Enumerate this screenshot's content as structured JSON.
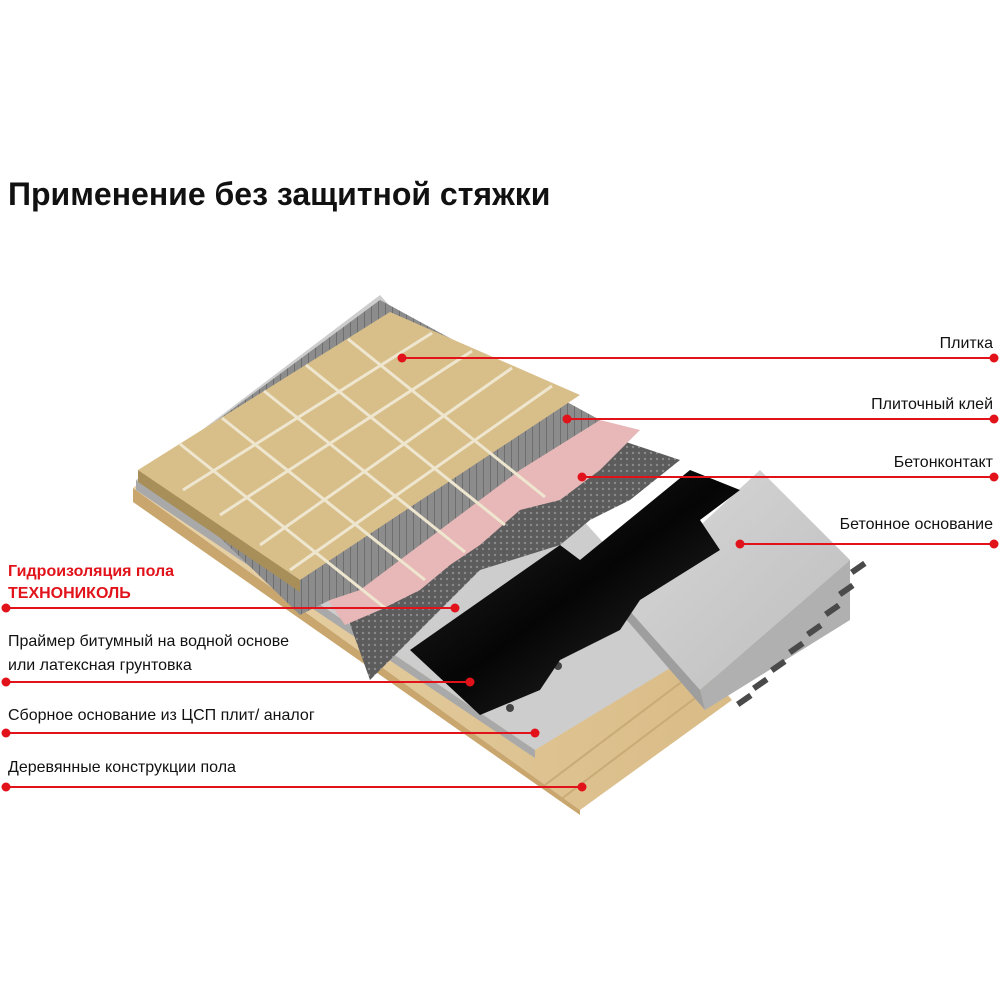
{
  "title": "Применение без защитной стяжки",
  "colors": {
    "leader": "#e2121b",
    "brand": "#e2121b"
  },
  "labels_right": [
    {
      "text": "Плитка"
    },
    {
      "text": "Плиточный клей"
    },
    {
      "text": "Бетонконтакт"
    },
    {
      "text": "Бетонное основание"
    }
  ],
  "labels_left": [
    {
      "lines": [
        "Гидроизоляция пола",
        "ТЕХНОНИКОЛЬ"
      ],
      "highlight": true
    },
    {
      "lines": [
        "Праймер битумный на водной основе",
        "или латексная грунтовка"
      ],
      "highlight": false
    },
    {
      "lines": [
        "Сборное основание из ЦСП плит/ аналог"
      ],
      "highlight": false
    },
    {
      "lines": [
        "Деревянные конструкции пола"
      ],
      "highlight": false
    }
  ]
}
